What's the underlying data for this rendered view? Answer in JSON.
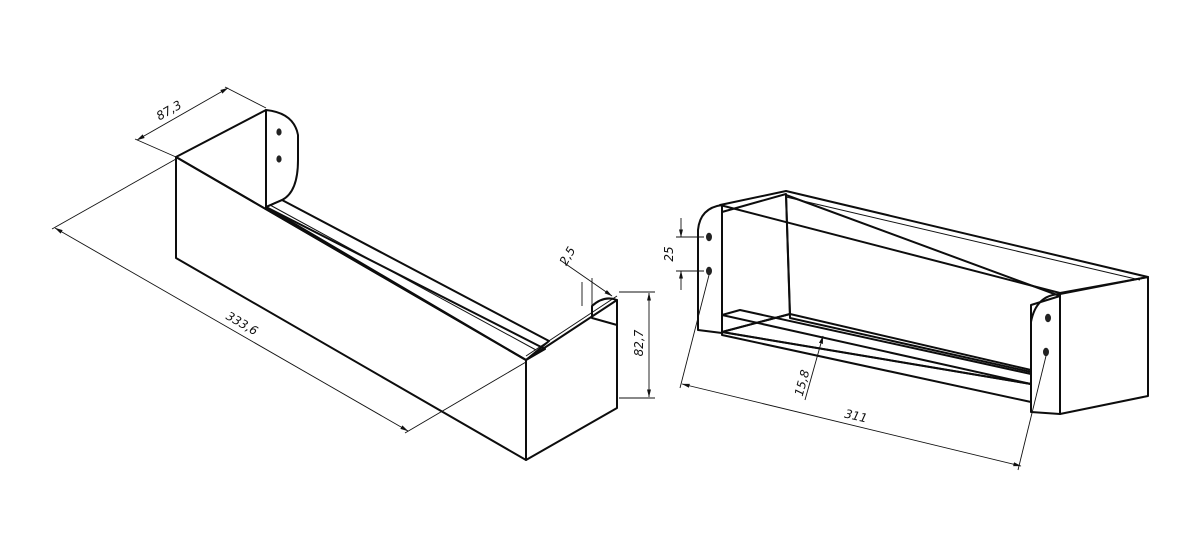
{
  "colors": {
    "background": "#ffffff",
    "outline": "#0d0d0d",
    "front_face": "#a3a3a3",
    "dark_face": "#575757",
    "light_face": "#cfcfcf",
    "bracket_face": "#ececec",
    "inner_wall": "#707070",
    "back_inside": "#dcdcdc",
    "floor": "#c4c4c4",
    "rim": "#e6e6e6"
  },
  "left_view": {
    "dimensions": {
      "depth": "87,3",
      "length": "333,6",
      "height": "82,7",
      "thickness": "2,5"
    }
  },
  "right_view": {
    "dimensions": {
      "hole_spacing": "25",
      "hole_span": "311",
      "lip_height": "15,8"
    }
  }
}
